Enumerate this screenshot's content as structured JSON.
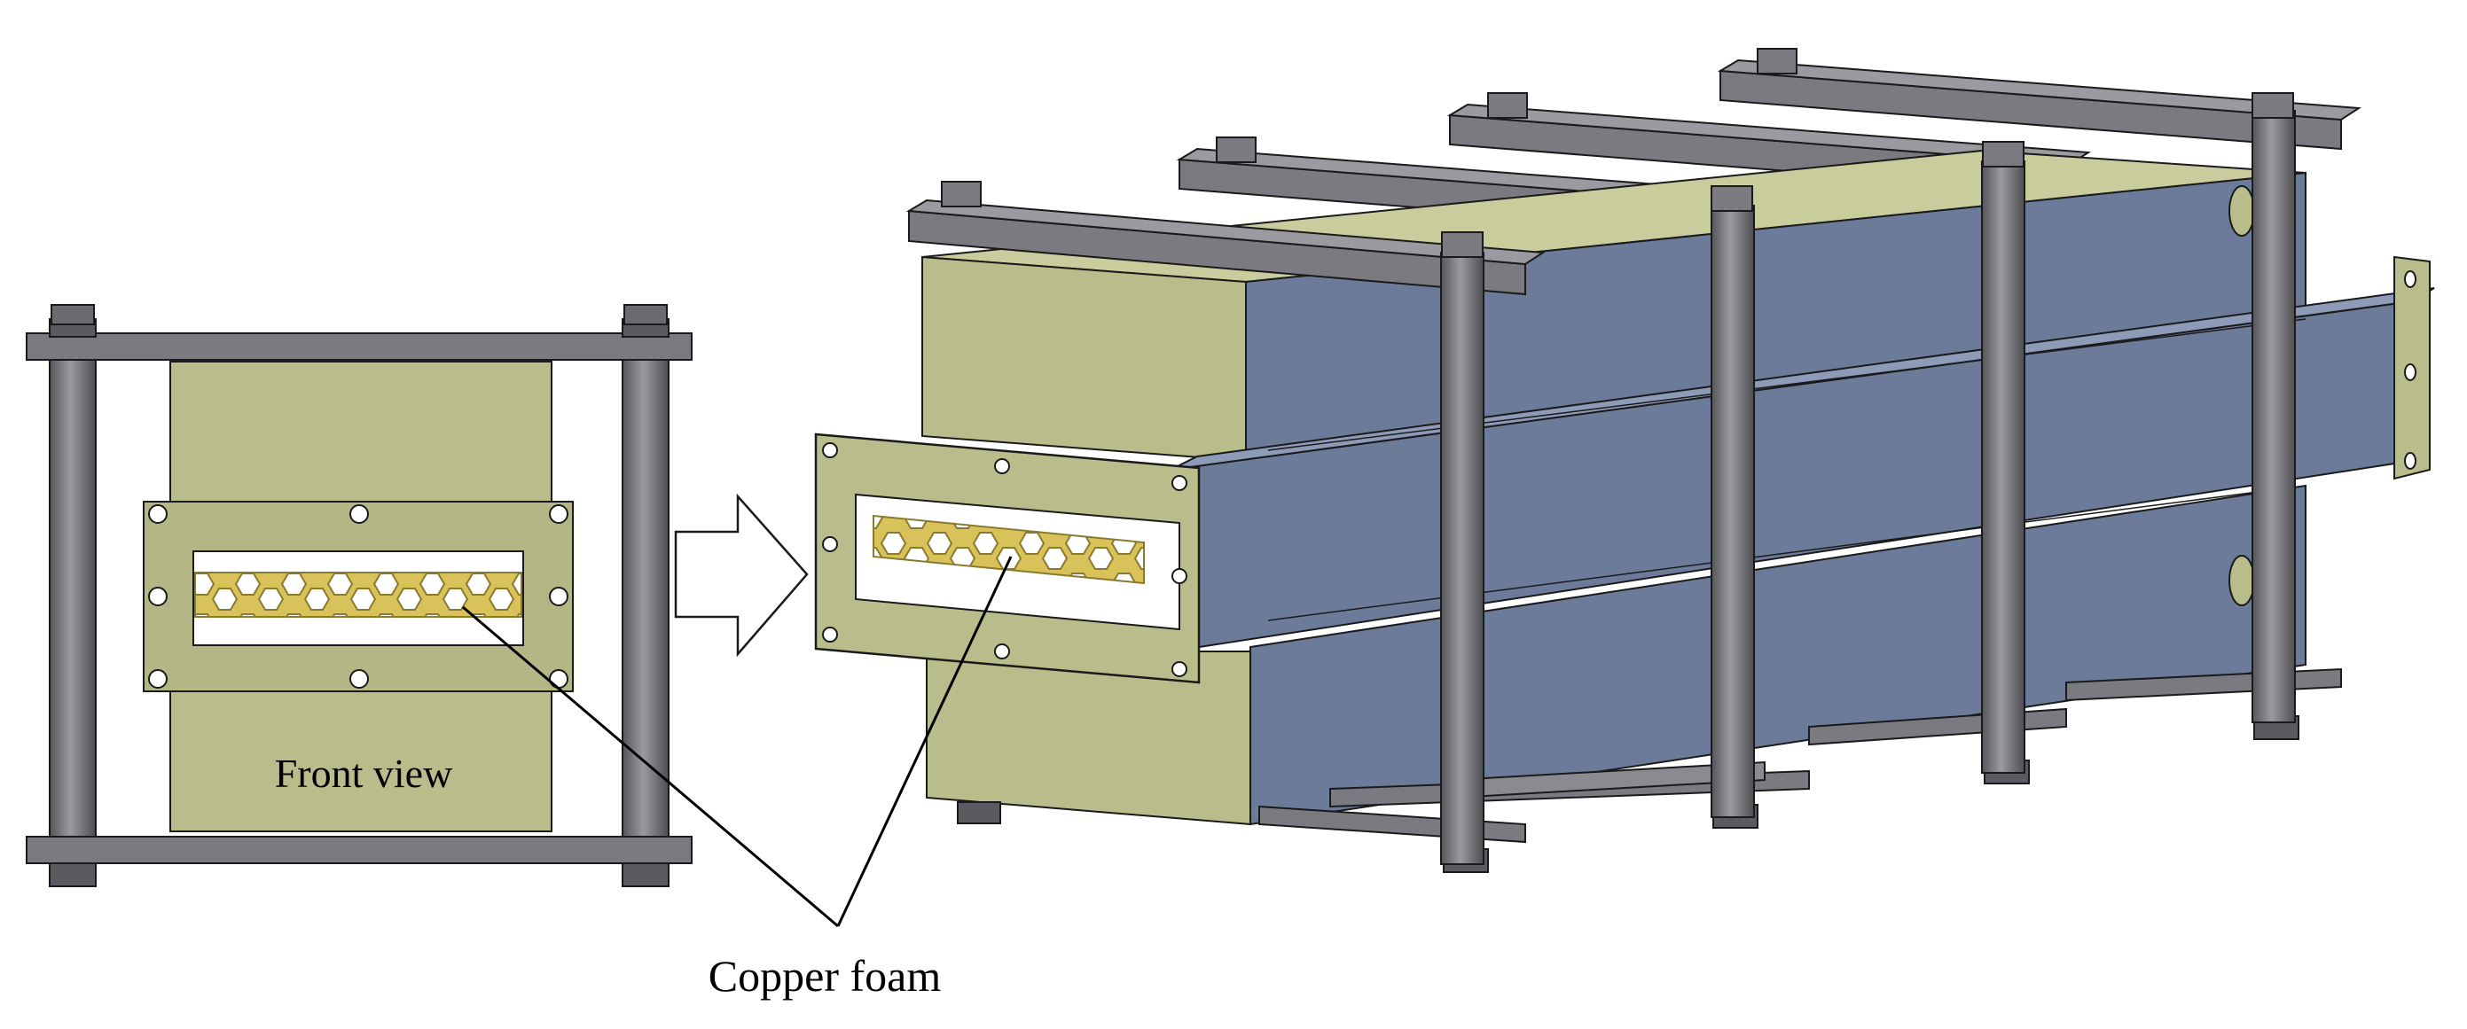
{
  "labels": {
    "front_view": "Front view",
    "copper_foam": "Copper foam"
  },
  "colors": {
    "rod": "#7a7a7f",
    "rod_dark": "#56565b",
    "rod_light": "#a2a2a8",
    "insulation_front": "#b9bd8b",
    "insulation_top": "#c9cc9c",
    "channel_side": "#6c7b9a",
    "channel_edge": "#8e9bb8",
    "foam": "#d9c25a",
    "foam_dark": "#8a7a2e",
    "outline": "#1a1a1a"
  },
  "icons": {
    "arrow": "hollow-right-arrow",
    "leader": "leader-lines"
  }
}
